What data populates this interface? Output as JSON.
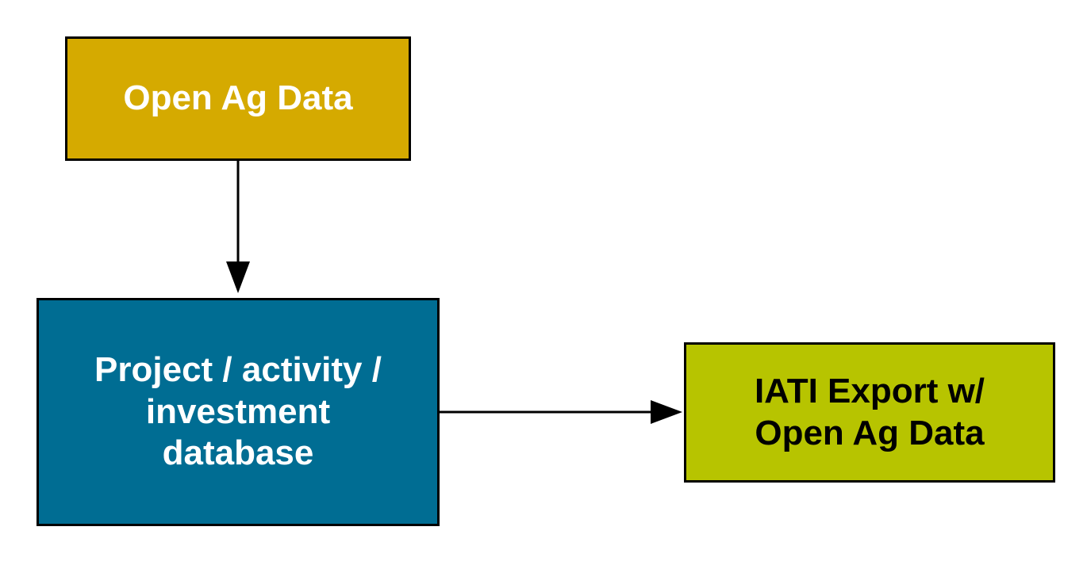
{
  "diagram": {
    "nodes": [
      {
        "id": "open-ag",
        "label": "Open Ag Data",
        "fill": "#d5aa00",
        "text_color": "#ffffff"
      },
      {
        "id": "database",
        "label": "Project / activity /\ninvestment\ndatabase",
        "fill": "#006d93",
        "text_color": "#ffffff"
      },
      {
        "id": "iati",
        "label": "IATI Export w/\nOpen Ag Data",
        "fill": "#b7c400",
        "text_color": "#000000"
      }
    ],
    "edges": [
      {
        "from": "open-ag",
        "to": "database",
        "color": "#000000"
      },
      {
        "from": "database",
        "to": "iati",
        "color": "#000000"
      }
    ]
  }
}
